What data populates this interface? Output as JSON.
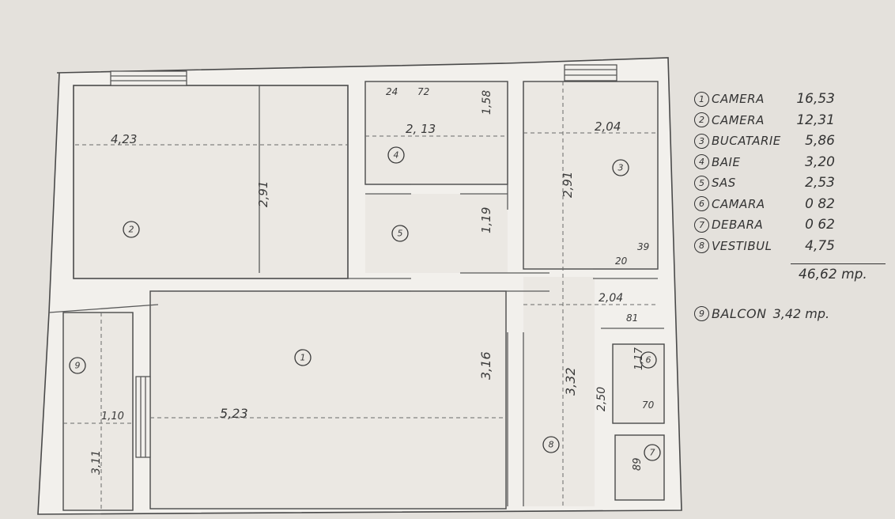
{
  "rooms": [
    {
      "num": "1",
      "name": "CAMERA",
      "area": "16,53"
    },
    {
      "num": "2",
      "name": "CAMERA",
      "area": "12,31"
    },
    {
      "num": "3",
      "name": "BUCATARIE",
      "area": "5,86"
    },
    {
      "num": "4",
      "name": "BAIE",
      "area": "3,20"
    },
    {
      "num": "5",
      "name": "SAS",
      "area": "2,53"
    },
    {
      "num": "6",
      "name": "CAMARA",
      "area": "0 82"
    },
    {
      "num": "7",
      "name": "DEBARA",
      "area": "0 62"
    },
    {
      "num": "8",
      "name": "VESTIBUL",
      "area": "4,75"
    }
  ],
  "total": "46,62 mp.",
  "balcony": {
    "num": "9",
    "name": "BALCON",
    "area": "3,42 mp."
  },
  "dimensions": {
    "r2_width": "4,23",
    "r2_height": "2,91",
    "r4_width": "2, 13",
    "r4_height": "1,58",
    "r4_a": "24",
    "r4_b": "72",
    "r3_width": "2,04",
    "r3_height": "2,91",
    "sas_height": "1,19",
    "r1_width": "5,23",
    "r1_height": "3,16",
    "vest_height": "3,32",
    "vest_b": "2,50",
    "vest_w": "2,04",
    "c_81": "81",
    "c_20": "20",
    "c_39": "39",
    "r6_h": "1,17",
    "r6_w": "70",
    "r7_h": "89",
    "balc_w": "1,10",
    "balc_h": "3,11"
  }
}
